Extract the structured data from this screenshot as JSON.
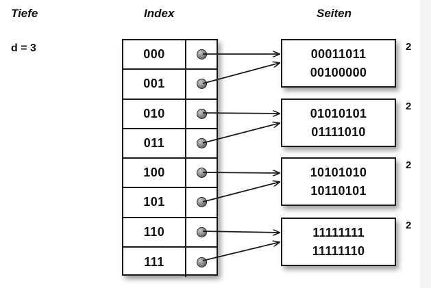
{
  "headings": {
    "depth": "Tiefe",
    "index": "Index",
    "pages": "Seiten"
  },
  "depth": {
    "label": "d = 3"
  },
  "index_table": {
    "rows": [
      {
        "key": "000",
        "pointer": "pointer-dot"
      },
      {
        "key": "001",
        "pointer": "pointer-dot"
      },
      {
        "key": "010",
        "pointer": "pointer-dot"
      },
      {
        "key": "011",
        "pointer": "pointer-dot"
      },
      {
        "key": "100",
        "pointer": "pointer-dot"
      },
      {
        "key": "101",
        "pointer": "pointer-dot"
      },
      {
        "key": "110",
        "pointer": "pointer-dot"
      },
      {
        "key": "111",
        "pointer": "pointer-dot"
      }
    ]
  },
  "pages": [
    {
      "lines": [
        "00011011",
        "00100000"
      ],
      "count": "2"
    },
    {
      "lines": [
        "01010101",
        "01111010"
      ],
      "count": "2"
    },
    {
      "lines": [
        "10101010",
        "10110101"
      ],
      "count": "2"
    },
    {
      "lines": [
        "11111111",
        "11111110"
      ],
      "count": "2"
    }
  ],
  "colors": {
    "stroke": "#1a1a1a",
    "text": "#111111",
    "background": "#ffffff",
    "dot_dark": "#3a3a3a",
    "dot_light": "#c9c9c9"
  }
}
